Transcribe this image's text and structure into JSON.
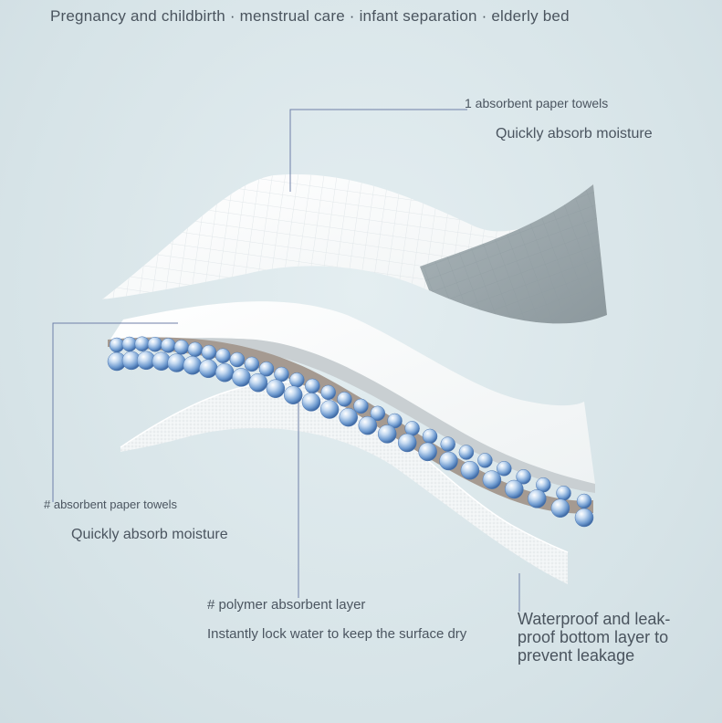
{
  "headline": "Pregnancy and childbirth · menstrual care · infant separation · elderly bed",
  "layers": [
    {
      "title": "1 absorbent paper towels",
      "subtitle": "Quickly absorb moisture"
    },
    {
      "title": "# absorbent paper towels",
      "subtitle": "Quickly absorb moisture"
    },
    {
      "title": "# polymer absorbent layer",
      "subtitle": "Instantly lock water to keep the surface dry"
    },
    {
      "title": "Waterproof and leak-proof bottom layer to prevent leakage"
    }
  ],
  "colors": {
    "background": "#d9e6ea",
    "leader_line": "#6e7fa8",
    "top_sheet_outer": "#f4f7f8",
    "top_sheet_inner": "#9aa7ab",
    "bead": "#7fa9d6"
  },
  "icons": [
    "quilted-top-sheet",
    "absorbent-paper-layer",
    "polymer-bead-layer",
    "non-woven-bottom-layer"
  ]
}
